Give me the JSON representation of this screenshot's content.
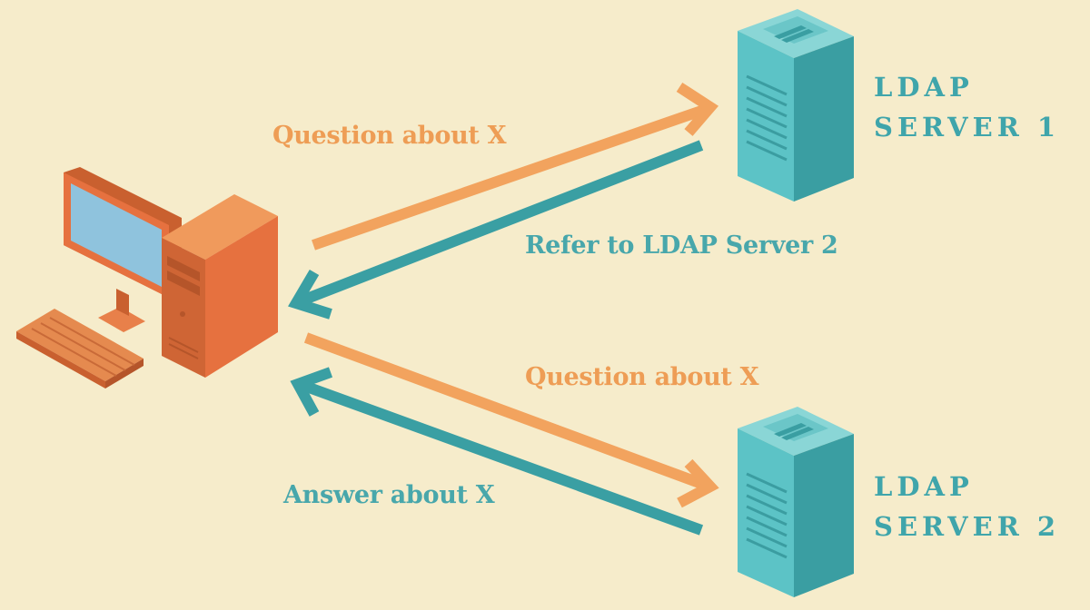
{
  "colors": {
    "background": "#f6eccb",
    "question_arrow": "#f2a35e",
    "response_arrow": "#3a9fa3",
    "server_front": "#5cc3c6",
    "server_side": "#3a9ea2",
    "server_top": "#8ad6d6",
    "computer_case": "#e6713f",
    "monitor_screen": "#8fc3dd"
  },
  "servers": [
    {
      "title_line1": "LDAP",
      "title_line2": "SERVER 1"
    },
    {
      "title_line1": "LDAP",
      "title_line2": "SERVER 2"
    }
  ],
  "messages": {
    "question_1": "Question about X",
    "referral": "Refer to LDAP Server 2",
    "question_2": "Question about X",
    "answer": "Answer about X"
  }
}
